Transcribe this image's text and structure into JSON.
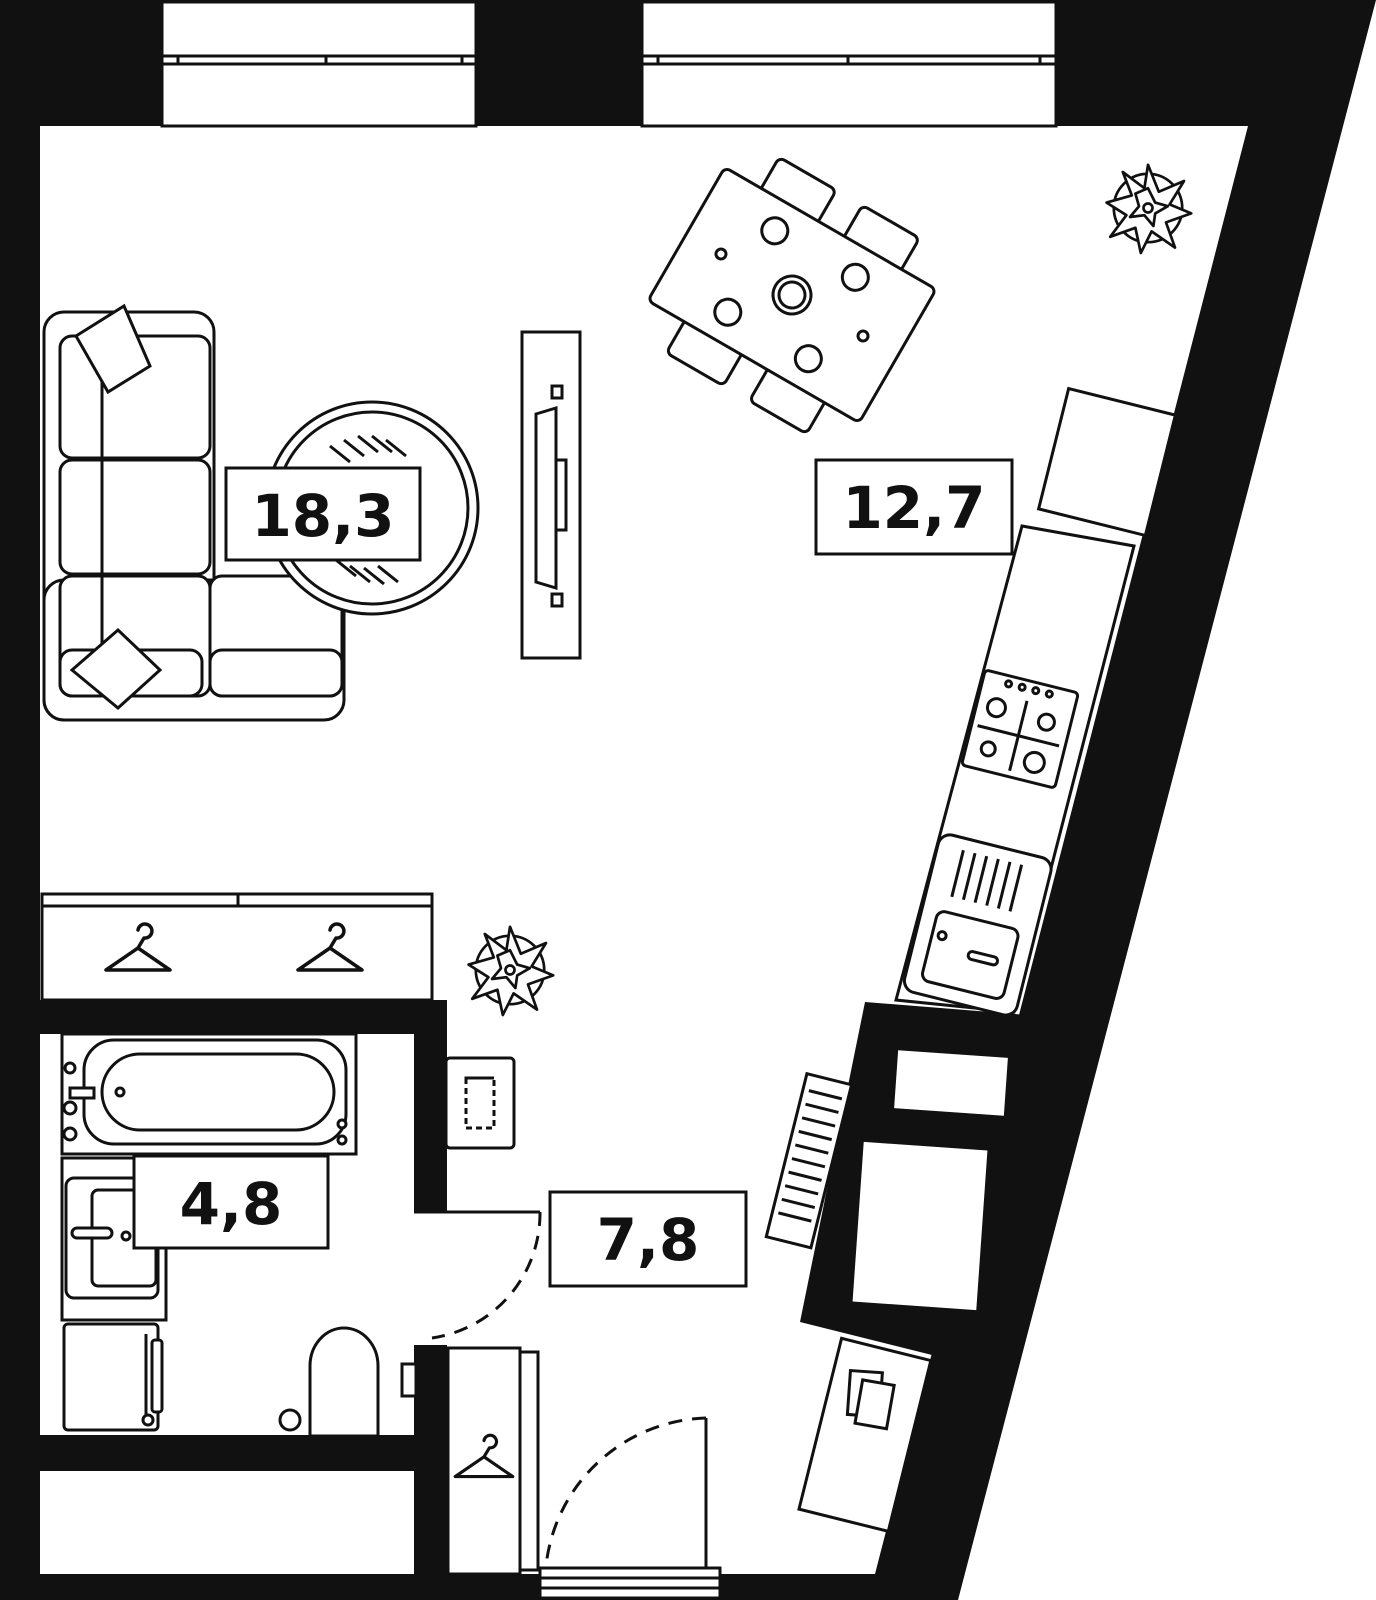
{
  "colors": {
    "wall": "#111111",
    "floor": "#ffffff",
    "line": "#111111"
  },
  "rooms": [
    {
      "id": "living",
      "label": "18,3"
    },
    {
      "id": "kitchen",
      "label": "12,7"
    },
    {
      "id": "bathroom",
      "label": "4,8"
    },
    {
      "id": "hallway",
      "label": "7,8"
    }
  ],
  "icons": [
    "sofa-icon",
    "round-rug-icon",
    "tv-stand-icon",
    "dining-table-icon",
    "chair-icon",
    "plant-icon",
    "fridge-icon",
    "stove-icon",
    "sink-icon",
    "bathtub-icon",
    "washbasin-icon",
    "toilet-icon",
    "washing-machine-icon",
    "wardrobe-icon",
    "hanger-icon",
    "radiator-icon",
    "desk-icon",
    "door-swing-icon",
    "window-icon"
  ]
}
